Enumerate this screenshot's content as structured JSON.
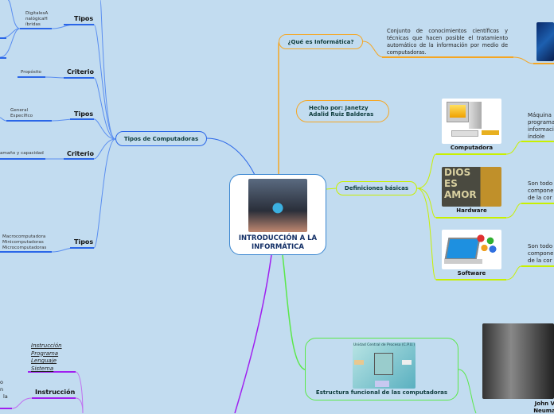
{
  "central": {
    "title": "INTRODUCCIÓN A LA INFORMÁTICA"
  },
  "tipos_computadoras": {
    "label": "Tipos de Computadoras",
    "branches": [
      {
        "label": "Tipos",
        "detail": "DigitalesA nalógicaH íbridas"
      },
      {
        "label": "Criterio",
        "detail": "Propósito"
      },
      {
        "label": "Tipos",
        "detail": "General Específico"
      },
      {
        "label": "Criterio",
        "detail": "amaño y capacidad"
      },
      {
        "label": "Tipos",
        "detail": "Macrocomputadora Minicomputadoras Microcomputadoras"
      }
    ]
  },
  "que_es": {
    "label": "¿Qué es Informática?",
    "definition": "Conjunto de conocimientos científicos y técnicas que hacen posible el tratamiento automático de la información por medio de computadoras."
  },
  "autor": {
    "label": "Hecho por: Janetzy Adalid Ruiz Balderas"
  },
  "definiciones": {
    "label": "Definiciones básicas",
    "items": [
      {
        "label": "Computadora",
        "text": "Máquina programa informaci índole"
      },
      {
        "label": "Hardware",
        "text": "Son todo compone de la cor",
        "image_text": "DIOS ES AMOR"
      },
      {
        "label": "Software",
        "text": "Son todo compone de la cor"
      }
    ]
  },
  "estructura": {
    "label": "Estructura funcional de las computadoras",
    "image_title": "Unidad Central de Proceso (C.P.U.)"
  },
  "neumann": {
    "label": "John Von Neumann"
  },
  "instruccion": {
    "label": "Instrucción",
    "terms": [
      "Instrucción",
      "Programa",
      "Lenguaje",
      "Sistema"
    ],
    "left_fragments": [
      "o",
      "n",
      "la"
    ]
  },
  "colors": {
    "blue": "#2a66e8",
    "orange": "#f5a623",
    "lime": "#c8f000",
    "green": "#5be84a",
    "purple": "#a020f0",
    "background": "#c2dcf0"
  }
}
